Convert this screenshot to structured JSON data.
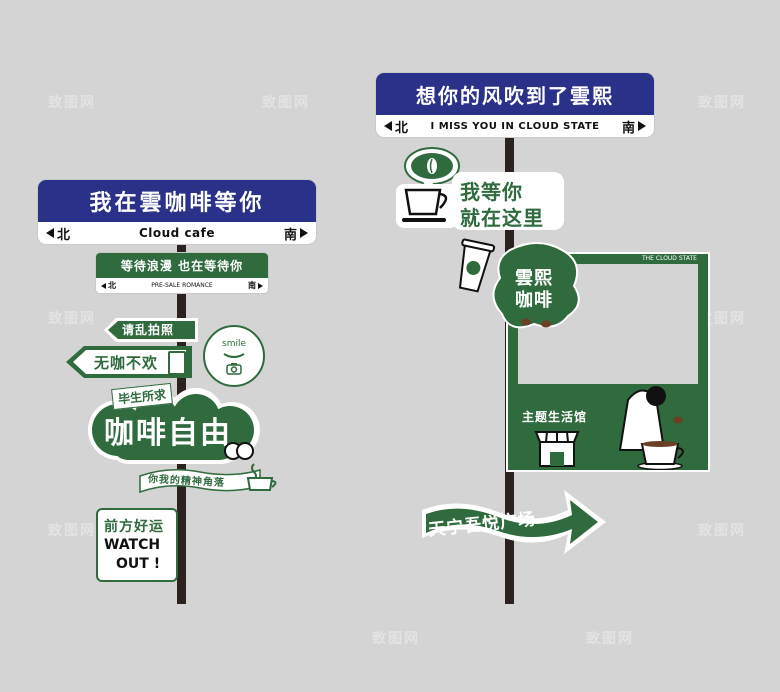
{
  "watermark": "致图网",
  "left_sign": {
    "main": {
      "title": "我在雲咖啡等你",
      "north": "北",
      "subtitle": "Cloud cafe",
      "south": "南"
    },
    "small": {
      "title": "等待浪漫 也在等待你",
      "north": "北",
      "subtitle": "PRE-SALE ROMANCE",
      "south": "南"
    },
    "arrow1": "请乱拍照",
    "arrow2": "无咖不欢",
    "smile": "smile",
    "banner_small": "毕生所求",
    "banner_big": "咖啡自由",
    "ribbon": "你我的精神角落",
    "board_cn": "前方好运",
    "board_en1": "WATCH",
    "board_en2": "OUT !"
  },
  "right_sign": {
    "main": {
      "title": "想你的风吹到了雲熙",
      "north": "北",
      "subtitle": "I MISS YOU IN CLOUD STATE",
      "south": "南"
    },
    "cup_text1": "我等你",
    "cup_text2": "就在这里",
    "splash1": "雲熙",
    "splash2": "咖啡",
    "frame_title": "THE CLOUD STATE",
    "shop_label": "主题生活馆",
    "arrow_text": "天宁吾悦广场"
  },
  "colors": {
    "navy": "#293188",
    "green": "#2f6b3c",
    "bg": "#d4d4d4",
    "pole": "#2b2220"
  }
}
